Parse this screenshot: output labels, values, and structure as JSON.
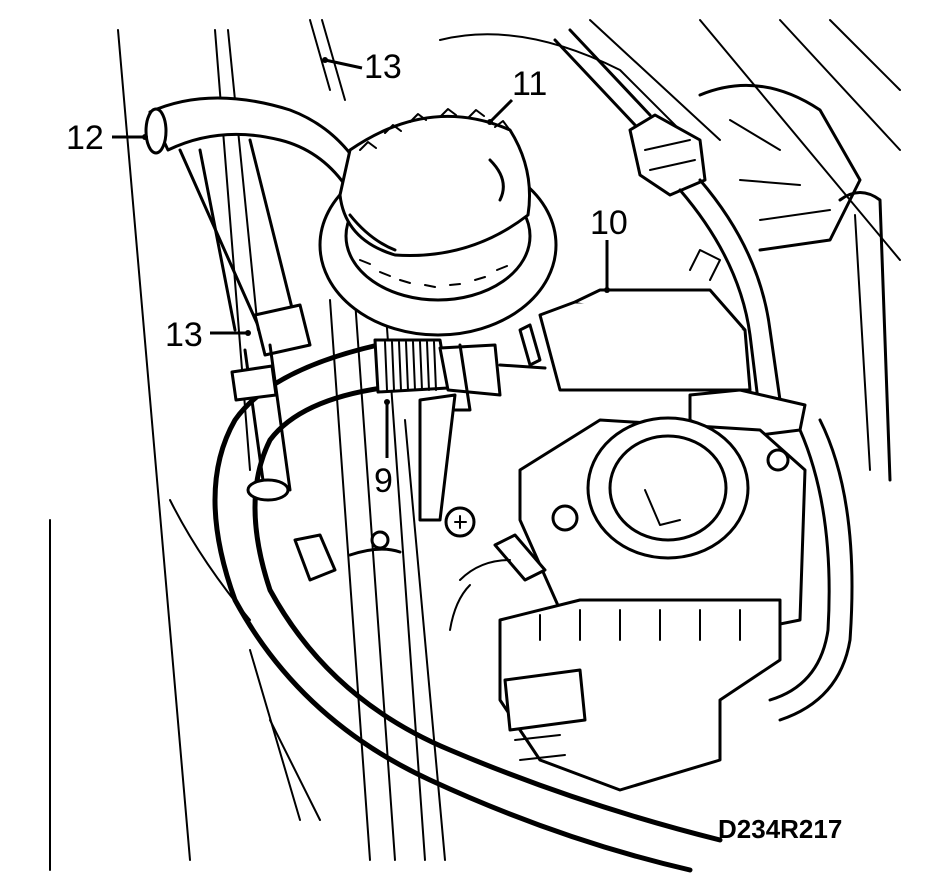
{
  "callouts": {
    "c9": "9",
    "c10": "10",
    "c11": "11",
    "c12": "12",
    "c13_top": "13",
    "c13_left": "13"
  },
  "figure_reference": "D234R217"
}
